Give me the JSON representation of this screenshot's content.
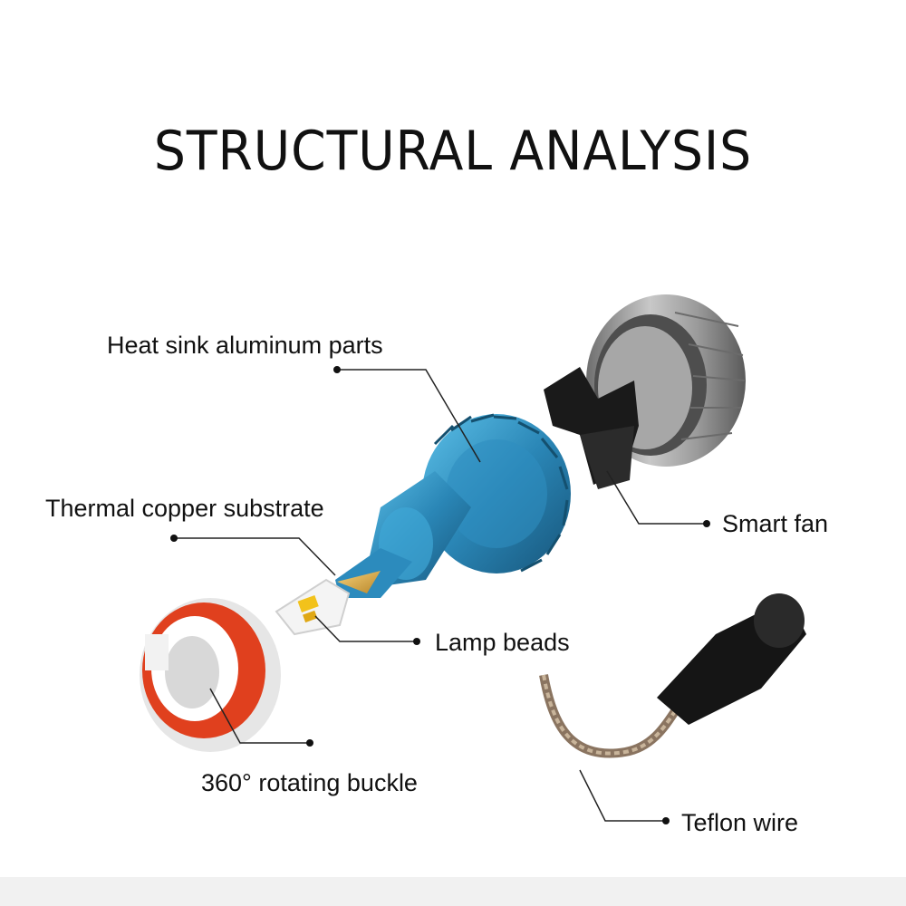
{
  "title": "STRUCTURAL ANALYSIS",
  "labels": {
    "heat_sink": "Heat sink aluminum parts",
    "thermal_copper": "Thermal copper substrate",
    "smart_fan": "Smart fan",
    "lamp_beads": "Lamp beads",
    "rotating_buckle": "360° rotating buckle",
    "teflon_wire": "Teflon wire"
  },
  "colors": {
    "heat_sink_blue": "#2e8fbf",
    "buckle_red": "#e0401e",
    "fan_shell": "#8a8a8a",
    "led_yellow": "#f2c21b"
  }
}
